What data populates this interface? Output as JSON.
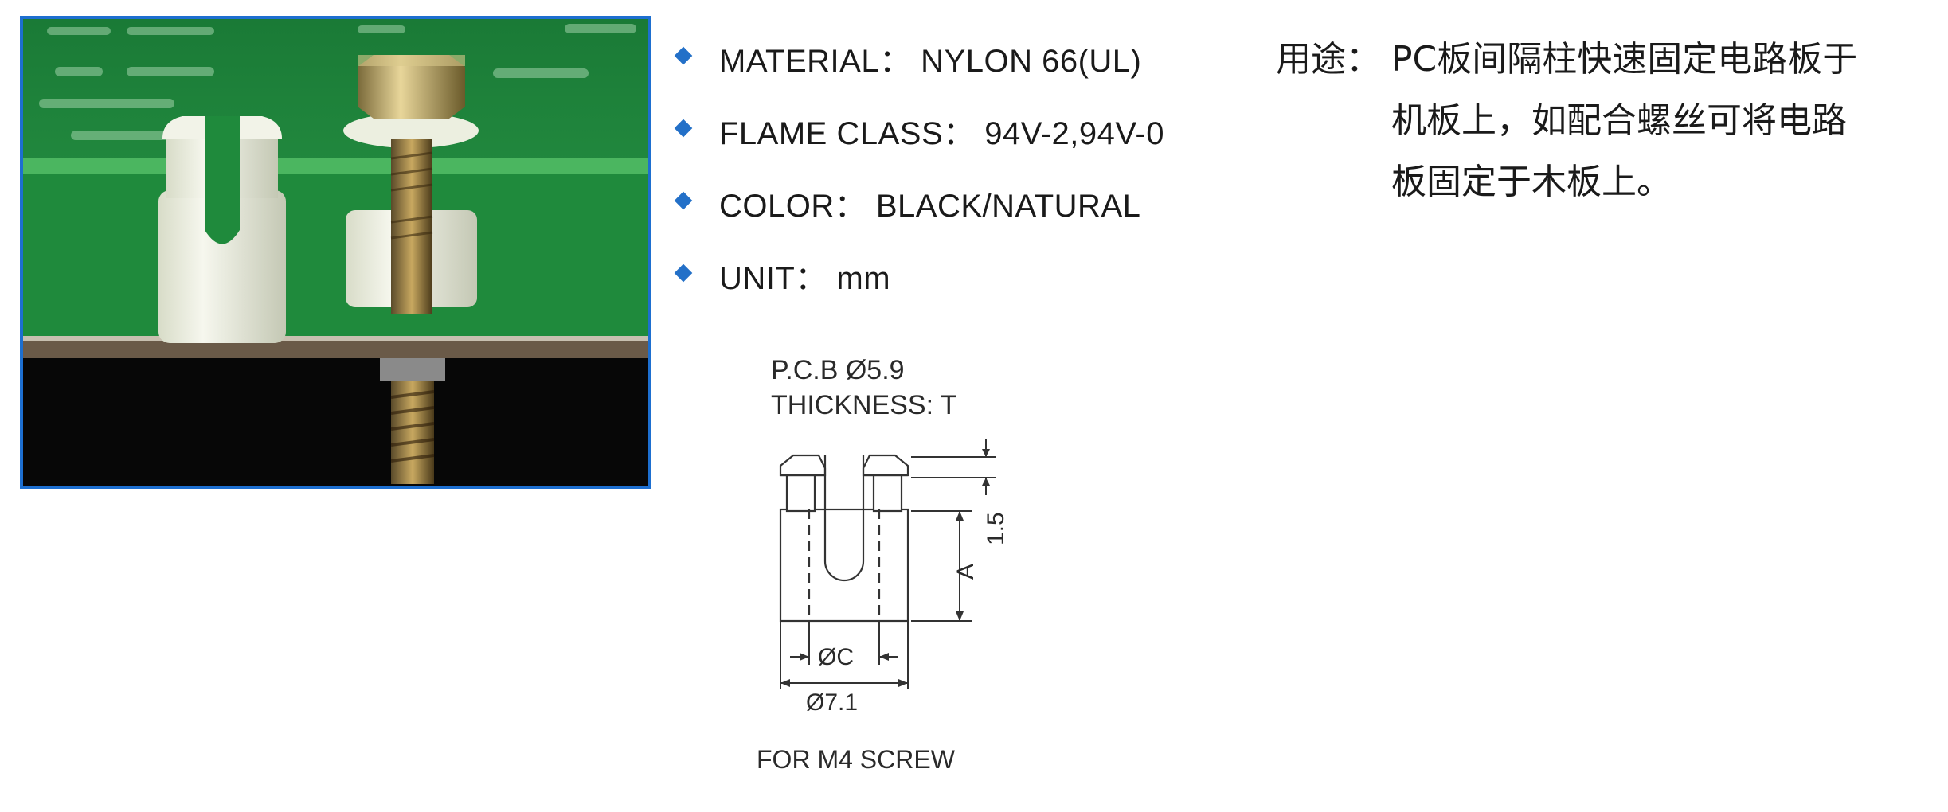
{
  "photo": {
    "icon": "pcb-spacer-photo"
  },
  "specs": [
    {
      "label": "MATERIAL： NYLON 66(UL)"
    },
    {
      "label": "FLAME CLASS： 94V-2,94V-0"
    },
    {
      "label": "COLOR： BLACK/NATURAL"
    },
    {
      "label": "UNIT： mm"
    }
  ],
  "usage": {
    "label": "用途：",
    "lines": [
      "PC板间隔柱快速固定电路板于",
      "机板上，如配合螺丝可将电路",
      "板固定于木板上。"
    ]
  },
  "drawing": {
    "pcb_line": "P.C.B  Ø5.9",
    "thickness_line": "THICKNESS: T",
    "dim_vertical_top": "1.5",
    "dim_vertical_a": "A",
    "dim_inner": "ØC",
    "dim_outer": "Ø7.1",
    "caption": "FOR  M4  SCREW"
  },
  "colors": {
    "bullet": "#2370c8",
    "photo_border": "#1d6fd0",
    "pcb_green": "#1f8a3c"
  }
}
